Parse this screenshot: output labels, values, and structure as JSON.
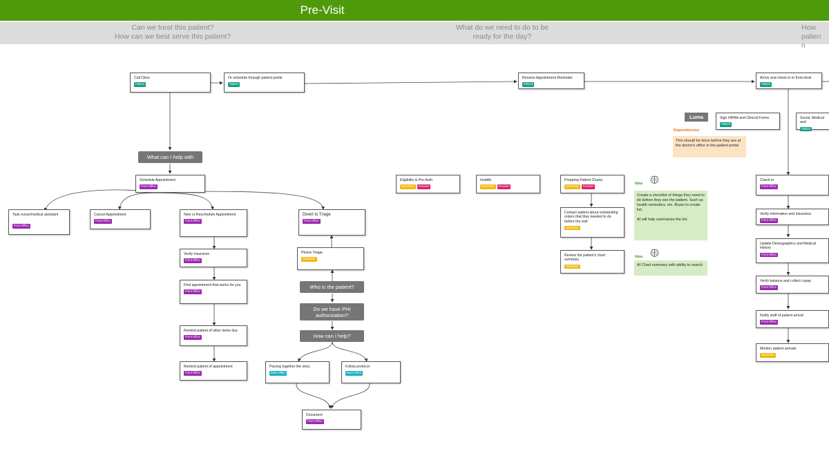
{
  "header": {
    "title": "Pre-Visit"
  },
  "questions": {
    "q1": "Can we treat this patient?\nHow can we best serve this patient?",
    "q2": "What do we need to do to be\nready for the day?",
    "q3": "How\npatien\nn"
  },
  "roles": {
    "patient": "Patient",
    "front": "Front Office",
    "back": "Back Office",
    "nurse": "Nurse/MA",
    "provider": "Provider"
  },
  "cards": {
    "call_clinic": "Call Clinic",
    "portal": "Or schedule through patient portal",
    "reminder": "Receive Appointment Reminder",
    "arrive": "Arrive and check-in to front desk",
    "sign_hipaa": "Sign HIPAA and Clinical Forms",
    "social": "Social, Medical and",
    "schedule": "Schedule Appointment",
    "task_nurse": "Task nurse/medical assistant",
    "cancel": "Cancel Appointment",
    "new_res": "New or Reschedule Appointment",
    "verify_ins": "Verify Insurance",
    "find_appt": "Find appointment that works for you",
    "remind_other": "Remind patient of other items due",
    "remind_appt": "Remind patient of appointment",
    "divert": "Divert to Triage",
    "phone_triage": "Phone Triage",
    "piecing": "Piecing together the story",
    "follow": "Follow protocol",
    "document": "Document",
    "eligibility": "Eligibility & Pre-Auth",
    "huddle": "Huddle",
    "prepping": "Prepping Patient Charts",
    "contact": "Contact patient about outstanding orders that they needed to do before the visit",
    "review": "Review the patient's chart summary",
    "checkin": "Check in",
    "verify_info": "Verify information and insurance",
    "update_demo": "Update Demographics and Medical History",
    "verify_bal": "Verify balance and collect copay",
    "notify": "Notify staff of patient arrival",
    "monitor": "Monitor patient arrivals"
  },
  "pills": {
    "what_help": "What can I help with",
    "who": "Who is the patient?",
    "phi": "Do we have PHI authorization?",
    "how_help": "How can I help?"
  },
  "luma": "Luma",
  "dependencies": {
    "title": "Dependencies",
    "text": "This should be done before they are at the doctor's office in the patient portal"
  },
  "ideas": {
    "label": "Idea",
    "idea1": "Create a checklist of things they need to do before they see the patient. Such as health reminders, etc. Bryan to create list.\n\nAI will help summarize the list.",
    "idea2": "AI Chart summary with ability to search"
  },
  "colors": {
    "header": "#4f9a0b",
    "patient": "#159e88",
    "front_office": "#9c27b0",
    "back_office": "#1ab0c4",
    "nurse": "#f2b712",
    "provider": "#dc1f6a"
  }
}
